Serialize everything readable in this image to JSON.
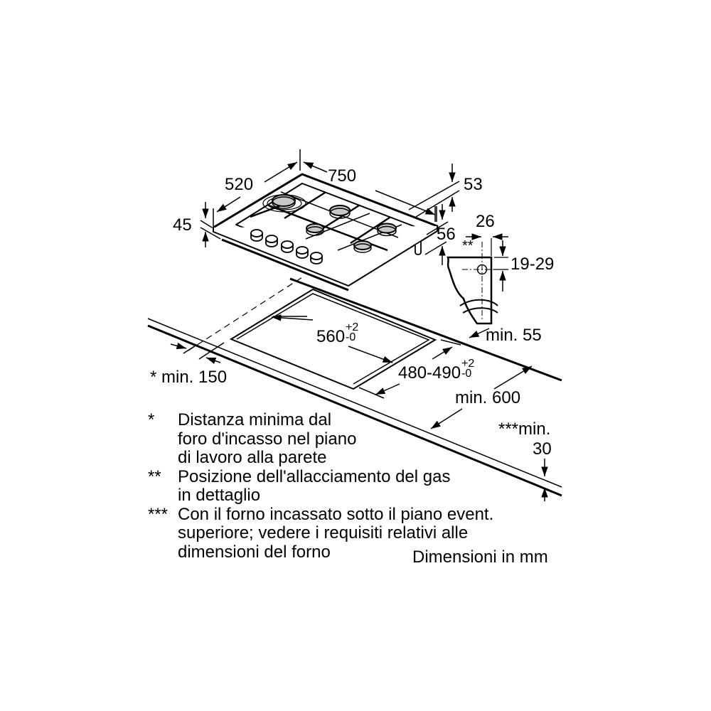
{
  "diagram": {
    "subject": "Gas hob built-in installation dimensions",
    "units_label": "Dimensioni in mm",
    "colors": {
      "line": "#000000",
      "burner_fill": "#c8c8c8",
      "background": "#ffffff"
    }
  },
  "hob_dimensions": {
    "depth": "520",
    "width": "750",
    "height_total": "45",
    "rear_height": "53",
    "front_gas_offset": "56"
  },
  "gas_detail": {
    "marker": "**",
    "horizontal": "26",
    "vertical": "19-29"
  },
  "cutout": {
    "width_value": "560",
    "width_tol_plus": "+2",
    "width_tol_minus": "-0",
    "depth_value": "480-490",
    "depth_tol_plus": "+2",
    "depth_tol_minus": "-0"
  },
  "clearances": {
    "wall_min": "* min. 150",
    "rear_min": "min. 55",
    "worktop_depth_min": "min. 600",
    "oven_gap_prefix": "***min.",
    "oven_gap_value": "30"
  },
  "notes": [
    {
      "mark": "*",
      "lines": [
        "Distanza minima dal",
        "foro d'incasso nel piano",
        "di lavoro alla parete"
      ]
    },
    {
      "mark": "**",
      "lines": [
        "Posizione dell'allacciamento del gas",
        "in dettaglio"
      ]
    },
    {
      "mark": "***",
      "lines": [
        "Con il forno incassato sotto il piano event.",
        "superiore; vedere i requisiti relativi alle",
        "dimensioni del forno"
      ]
    }
  ]
}
